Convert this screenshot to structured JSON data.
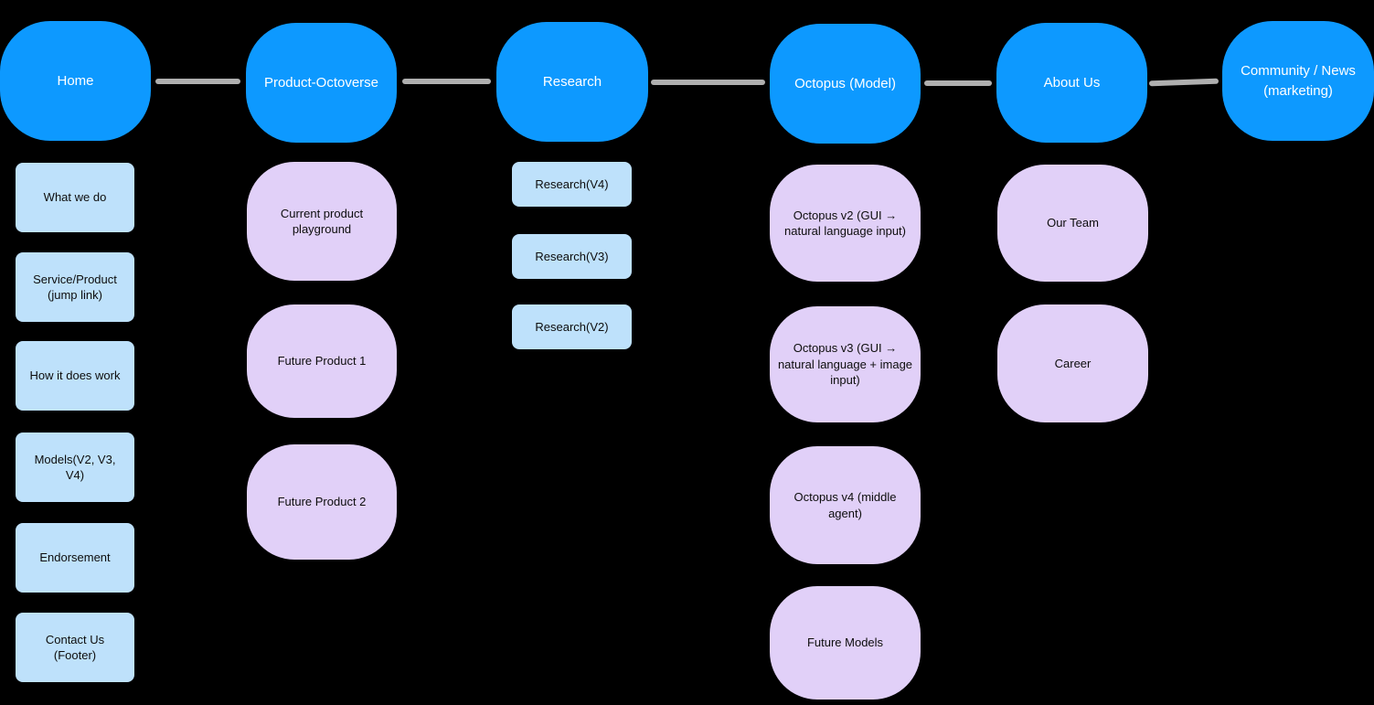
{
  "palette": {
    "background": "#000000",
    "root_fill": "#0D99FF",
    "root_text": "#FFFFFF",
    "card_fill": "#BEE1FB",
    "bubble_fill": "#E1D0F8",
    "child_text": "#0D0D0D",
    "connector": "#AFAFAF"
  },
  "columns": [
    {
      "root": {
        "label": "Home"
      },
      "children": [
        {
          "label": "What we do"
        },
        {
          "label": "Service/Product\n(jump link)"
        },
        {
          "label": "How it does work"
        },
        {
          "label": "Models(V2, V3,\nV4)"
        },
        {
          "label": "Endorsement"
        },
        {
          "label": "Contact Us\n(Footer)"
        }
      ]
    },
    {
      "root": {
        "label": "Product-Octoverse"
      },
      "children": [
        {
          "label": "Current product\nplayground"
        },
        {
          "label": "Future Product 1"
        },
        {
          "label": "Future Product 2"
        }
      ]
    },
    {
      "root": {
        "label": "Research"
      },
      "children": [
        {
          "label": "Research(V4)"
        },
        {
          "label": "Research(V3)"
        },
        {
          "label": "Research(V2)"
        }
      ]
    },
    {
      "root": {
        "label": "Octopus (Model)"
      },
      "children": [
        {
          "label": "Octopus v2 (GUI →\nnatural language input)"
        },
        {
          "label": "Octopus v3 (GUI →\nnatural language + image\ninput)"
        },
        {
          "label": "Octopus v4 (middle\nagent)"
        },
        {
          "label": "Future Models"
        }
      ]
    },
    {
      "root": {
        "label": "About Us"
      },
      "children": [
        {
          "label": "Our Team"
        },
        {
          "label": "Career"
        }
      ]
    },
    {
      "root": {
        "label": "Community / News\n(marketing)"
      },
      "children": []
    }
  ],
  "connectors": [
    {
      "from": "Home",
      "to": "Product-Octoverse"
    },
    {
      "from": "Product-Octoverse",
      "to": "Research"
    },
    {
      "from": "Research",
      "to": "Octopus (Model)"
    },
    {
      "from": "Octopus (Model)",
      "to": "About Us"
    },
    {
      "from": "About Us",
      "to": "Community / News (marketing)"
    }
  ]
}
